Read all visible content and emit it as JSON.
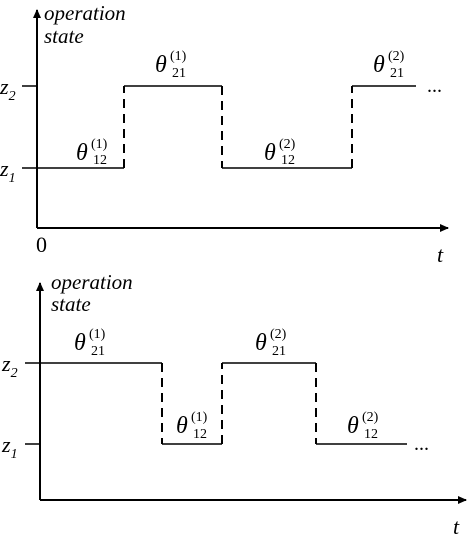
{
  "panels": [
    {
      "id": "top",
      "y_axis_label_line1": "operation",
      "y_axis_label_line2": "state",
      "origin_label": "0",
      "x_axis_label": "t",
      "levels": [
        {
          "main": "z",
          "sub": "2"
        },
        {
          "main": "z",
          "sub": "1"
        }
      ],
      "intervals": [
        {
          "sym": "θ",
          "sub": "12",
          "sup": "(1)"
        },
        {
          "sym": "θ",
          "sub": "21",
          "sup": "(1)"
        },
        {
          "sym": "θ",
          "sub": "12",
          "sup": "(2)"
        },
        {
          "sym": "θ",
          "sub": "21",
          "sup": "(2)"
        }
      ],
      "ellipsis": "..."
    },
    {
      "id": "bottom",
      "y_axis_label_line1": "operation",
      "y_axis_label_line2": "state",
      "x_axis_label": "t",
      "levels": [
        {
          "main": "z",
          "sub": "2"
        },
        {
          "main": "z",
          "sub": "1"
        }
      ],
      "intervals": [
        {
          "sym": "θ",
          "sub": "21",
          "sup": "(1)"
        },
        {
          "sym": "θ",
          "sub": "12",
          "sup": "(1)"
        },
        {
          "sym": "θ",
          "sub": "21",
          "sup": "(2)"
        },
        {
          "sym": "θ",
          "sub": "12",
          "sup": "(2)"
        }
      ],
      "ellipsis": "..."
    }
  ]
}
